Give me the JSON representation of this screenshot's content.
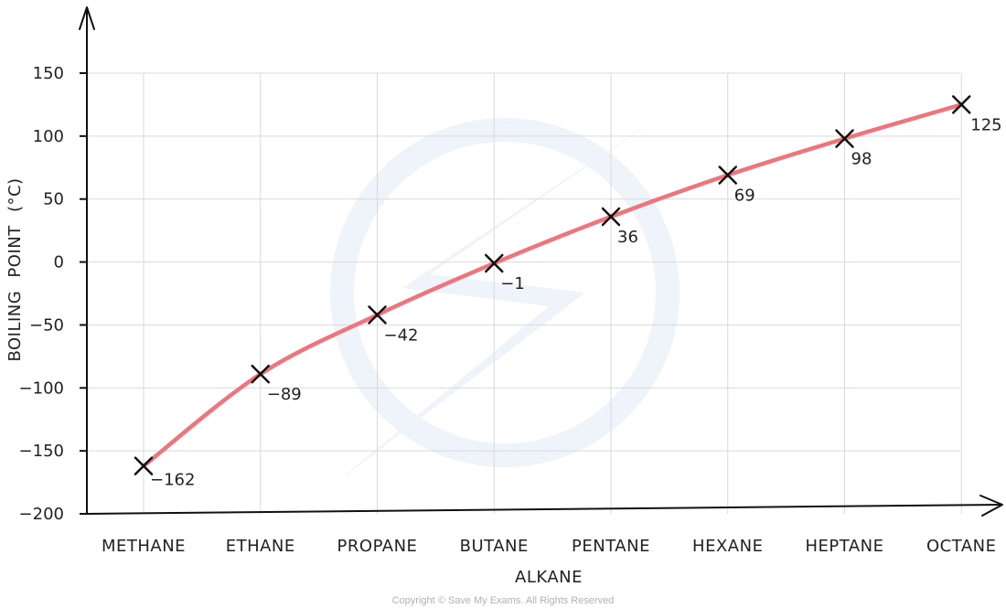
{
  "chart_data": {
    "type": "line",
    "categories": [
      "METHANE",
      "ETHANE",
      "PROPANE",
      "BUTANE",
      "PENTANE",
      "HEXANE",
      "HEPTANE",
      "OCTANE"
    ],
    "series": [
      {
        "values": [
          -162,
          -89,
          -42,
          -1,
          36,
          69,
          98,
          125
        ],
        "color": "#f0747c"
      }
    ],
    "data_labels": [
      "−162",
      "−89",
      "−42",
      "−1",
      "36",
      "69",
      "98",
      "125"
    ],
    "xlabel": "ALKANE",
    "ylabel": "BOILING POINT (°C)",
    "ylim": [
      -200,
      150
    ],
    "yticks": [
      150,
      100,
      50,
      0,
      -50,
      -100,
      -150,
      -200
    ],
    "ytick_labels": [
      "150",
      "100",
      "50",
      "0",
      "−50",
      "−100",
      "−150",
      "−200"
    ],
    "grid": true,
    "marker": "x"
  },
  "footer": {
    "copyright": "Copyright © Save My Exams. All Rights Reserved"
  },
  "colors": {
    "line": "#f0747c",
    "grid": "#d9d9d9",
    "axis": "#111111",
    "watermark": "#eef4fa"
  }
}
